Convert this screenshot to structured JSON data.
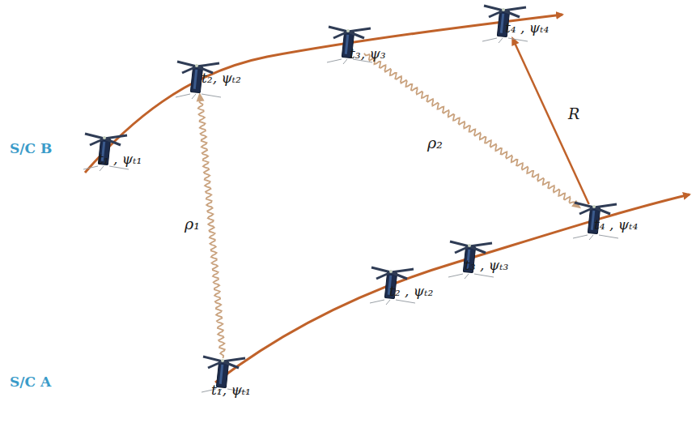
{
  "diagram": {
    "nodes": [
      {
        "text": [
          "t₁ , ψₜ₁"
        ]
      },
      {
        "text": [
          "t₂, ψₜ₂"
        ]
      },
      {
        "text": [
          "t₃, ψ₃"
        ]
      },
      {
        "text": [
          "t₄ , ψₜ₄"
        ]
      },
      {
        "text": [
          "t₁, ψₜ₁"
        ]
      },
      {
        "text": [
          "t₂ , ψₜ₂"
        ]
      },
      {
        "text": [
          "t₃ , ψₜ₃"
        ]
      },
      {
        "text": [
          "t₄ , ψₜ₄"
        ]
      }
    ],
    "edges": [
      {
        "from": 4,
        "to": 1,
        "arrow": "to",
        "label": "ρ₁"
      },
      {
        "from": 2,
        "to": 7,
        "arrow": "to",
        "label": "ρ₂"
      },
      {
        "from": 7,
        "to": 3,
        "arrow": "to",
        "label": "R"
      }
    ],
    "labels": [
      "S/C B",
      "S/C A"
    ]
  }
}
